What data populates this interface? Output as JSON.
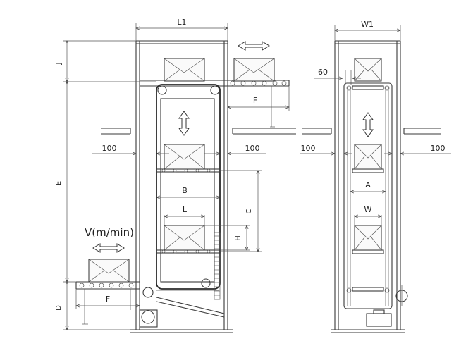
{
  "dimensions": {
    "L1": "L1",
    "W1": "W1",
    "J": "J",
    "E": "E",
    "D": "D",
    "F_top": "F",
    "F_bottom": "F",
    "B": "B",
    "L": "L",
    "C": "C",
    "H": "H",
    "A": "A",
    "W": "W",
    "gap_left": "100",
    "gap_right": "100",
    "gap_side_left": "100",
    "gap_side_right": "100",
    "offset": "60",
    "speed": "V(m/min)"
  }
}
